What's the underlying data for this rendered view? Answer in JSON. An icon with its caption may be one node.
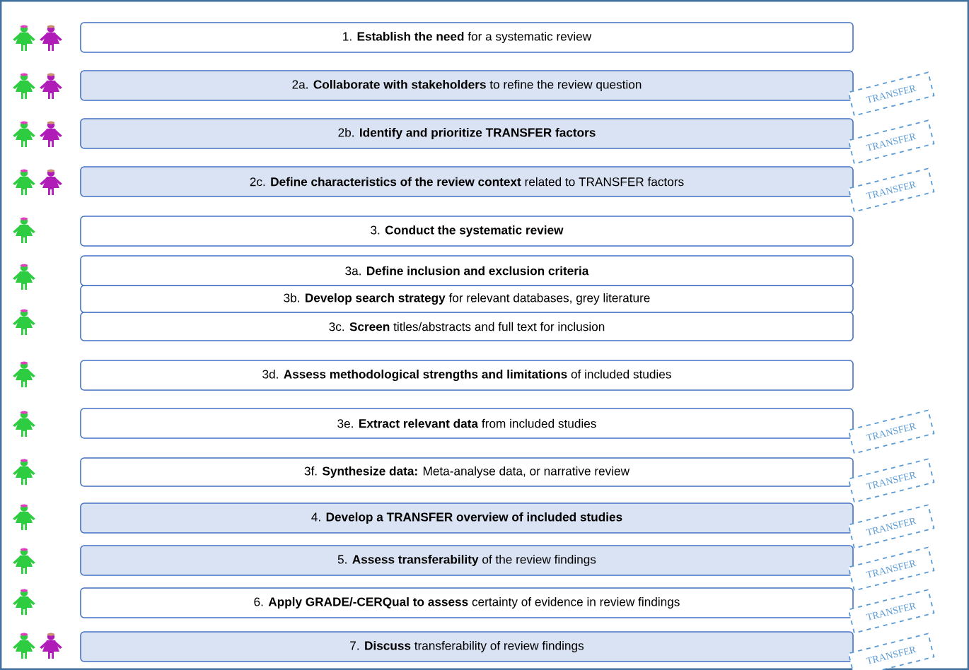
{
  "diagram": {
    "nodes": [
      {
        "text": [
          "1. **Establish the need** for a systematic review"
        ]
      },
      {
        "text": [
          "2a. **Collaborate with stakeholders** to refine the review question"
        ],
        "beside": [
          "TRANSFER"
        ]
      },
      {
        "text": [
          "2b. **Identify and prioritize TRANSFER factors**"
        ],
        "beside": [
          "TRANSFER"
        ]
      },
      {
        "text": [
          "2c. **Define characteristics of the review context** related to TRANSFER factors"
        ],
        "beside": [
          "TRANSFER"
        ]
      },
      {
        "text": [
          "3. **Conduct the systematic review**"
        ]
      },
      {
        "text": [
          "3a. **Define inclusion and exclusion criteria**"
        ]
      },
      {
        "text": [
          "3b. **Develop search strategy** for relevant databases, grey literature"
        ]
      },
      {
        "text": [
          "3c. **Screen** titles/abstracts and full text for inclusion"
        ]
      },
      {
        "text": [
          "3d. **Assess methodological strengths and limitations** of included studies"
        ]
      },
      {
        "text": [
          "3e. **Extract relevant data** from included studies"
        ],
        "beside": [
          "TRANSFER"
        ]
      },
      {
        "text": [
          "3f. **Synthesize data:** Meta-analyse data, or narrative review"
        ],
        "beside": [
          "TRANSFER"
        ]
      },
      {
        "text": [
          "4. **Develop a TRANSFER overview of included studies**"
        ],
        "beside": [
          "TRANSFER"
        ]
      },
      {
        "text": [
          "5. **Assess transferability** of the review findings"
        ],
        "beside": [
          "TRANSFER"
        ]
      },
      {
        "text": [
          "6. **Apply GRADE/-CERQual to assess** certainty of evidence in review findings"
        ],
        "beside": [
          "TRANSFER"
        ]
      },
      {
        "text": [
          "7. **Discuss** transferability of review findings"
        ],
        "beside": [
          "TRANSFER"
        ]
      }
    ]
  }
}
